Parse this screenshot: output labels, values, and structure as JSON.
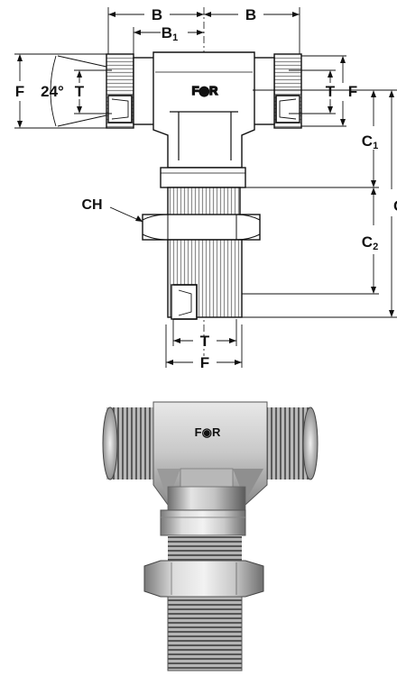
{
  "drawing": {
    "brand": "F◉R",
    "labels": {
      "b_left": "B",
      "b_right": "B",
      "b1_main": "B",
      "b1_sub": "1",
      "f_left": "F",
      "angle": "24°",
      "t_left": "T",
      "t_right": "T",
      "f_right": "F",
      "c1_main": "C",
      "c1_sub": "1",
      "c_total": "C",
      "c2_main": "C",
      "c2_sub": "2",
      "ch": "CH",
      "t_bottom": "T",
      "f_bottom": "F"
    }
  },
  "photo": {
    "brand": "F◉R"
  }
}
